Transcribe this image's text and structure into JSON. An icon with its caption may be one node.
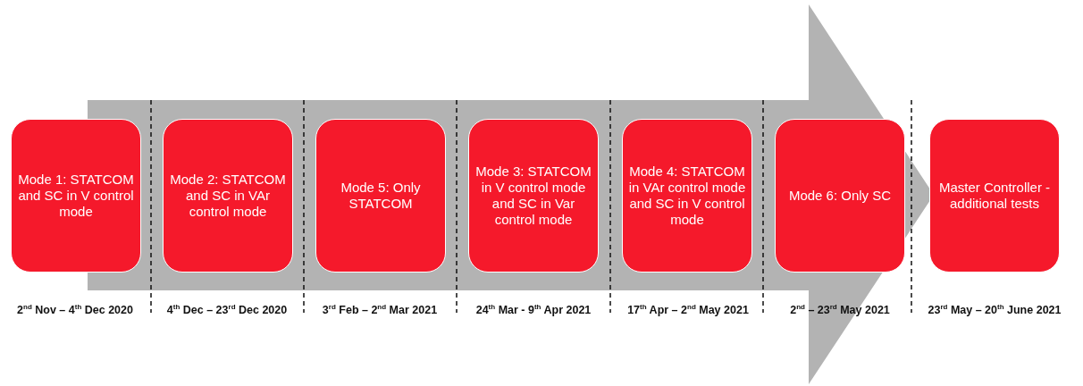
{
  "diagram": {
    "nodes": [
      {
        "text": [
          "Mode 1: STATCOM and SC in V control mode"
        ],
        "beside": [
          "2$^{nd}$ Nov – 4$^{th}$ Dec 2020"
        ]
      },
      {
        "text": [
          "Mode 2: STATCOM and SC in VAr control mode"
        ],
        "beside": [
          "4$^{th}$ Dec – 23$^{rd}$ Dec 2020"
        ]
      },
      {
        "text": [
          "Mode 5: Only STATCOM"
        ],
        "beside": [
          "3$^{rd}$ Feb – 2$^{nd}$ Mar 2021"
        ]
      },
      {
        "text": [
          "Mode 3: STATCOM in V control mode and SC in Var control mode"
        ],
        "beside": [
          "24$^{th}$ Mar - 9$^{th}$ Apr 2021"
        ]
      },
      {
        "text": [
          "Mode 4: STATCOM in VAr control mode and SC in V control mode"
        ],
        "beside": [
          "17$^{th}$ Apr – 2$^{nd}$ May 2021"
        ]
      },
      {
        "text": [
          "Mode 6: Only SC"
        ],
        "beside": [
          "2$^{nd}$ – 23$^{rd}$ May 2021"
        ]
      },
      {
        "text": [
          "Master Controller - additional tests"
        ],
        "beside": [
          "23$^{rd}$ May – 20$^{th}$ June 2021"
        ]
      }
    ]
  }
}
